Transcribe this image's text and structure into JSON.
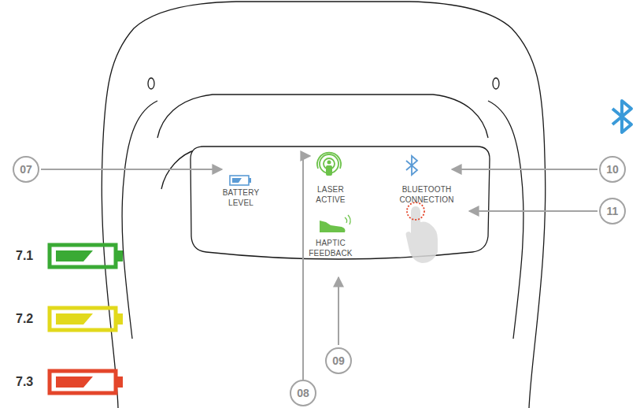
{
  "diagram": {
    "nodes": [
      {
        "text": [
          "07"
        ]
      },
      {
        "text": [
          "10"
        ]
      },
      {
        "text": [
          "11"
        ]
      },
      {
        "text": [
          "09"
        ]
      },
      {
        "text": [
          "08"
        ]
      }
    ],
    "labels": [
      "BATTERY LEVEL",
      "LASER ACTIVE",
      "BLUETOOTH CONNECTION",
      "HAPTIC FEEDBACK"
    ],
    "legend": [
      {
        "text": "7.1",
        "color": "#3aaa35"
      },
      {
        "text": "7.2",
        "color": "#e2d91c"
      },
      {
        "text": "7.3",
        "color": "#e4462b"
      }
    ]
  }
}
